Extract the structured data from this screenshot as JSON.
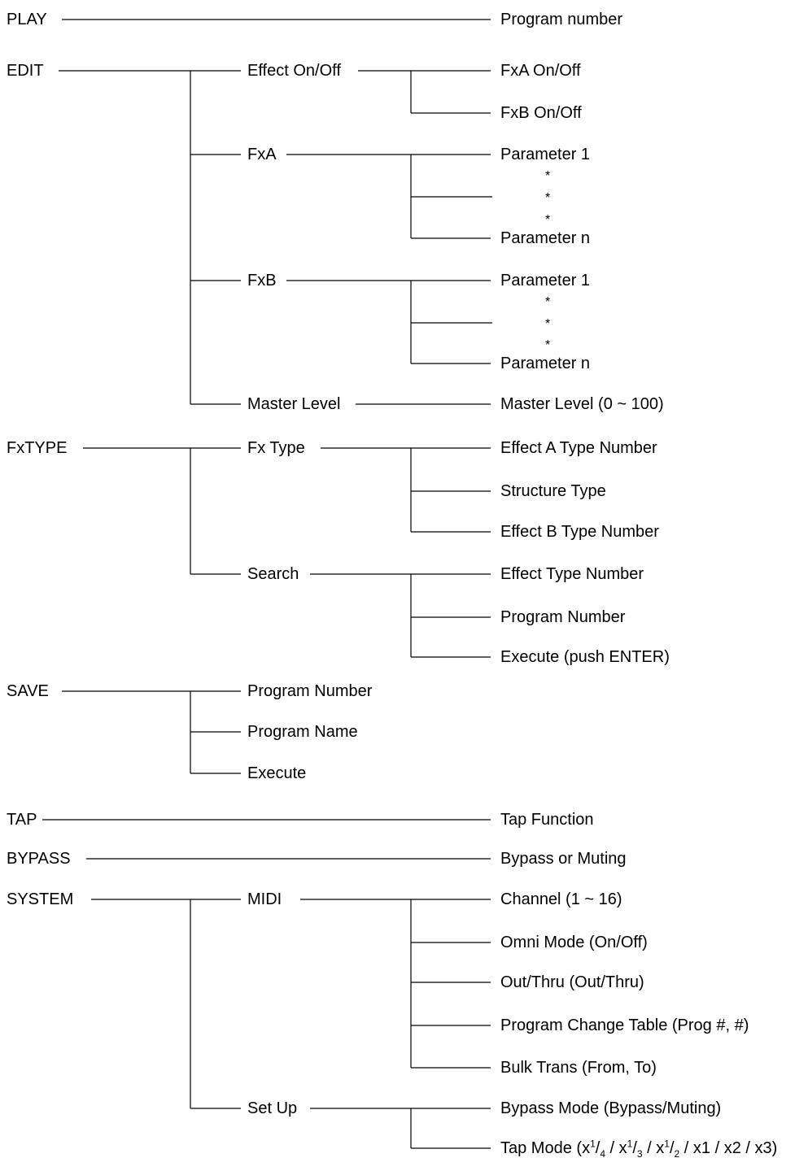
{
  "modes": {
    "play": "PLAY",
    "edit": "EDIT",
    "fxtype": "FxTYPE",
    "save": "SAVE",
    "tap": "TAP",
    "bypass": "BYPASS",
    "system": "SYSTEM"
  },
  "play": {
    "program_number": "Program number"
  },
  "edit": {
    "effect_onoff": "Effect On/Off",
    "fxa_onoff": "FxA On/Off",
    "fxb_onoff": "FxB On/Off",
    "fxa": "FxA",
    "fxb": "FxB",
    "parameter_1": "Parameter 1",
    "parameter_n": "Parameter n",
    "ellipsis": "*",
    "master_level": "Master Level",
    "master_level_value": "Master Level (0 ~ 100)"
  },
  "fxtype": {
    "fx_type": "Fx Type",
    "effect_a_type_number": "Effect A Type Number",
    "structure_type": "Structure Type",
    "effect_b_type_number": "Effect B Type Number",
    "search": "Search",
    "effect_type_number": "Effect Type Number",
    "program_number": "Program Number",
    "execute_push_enter": "Execute (push ENTER)"
  },
  "save": {
    "program_number": "Program Number",
    "program_name": "Program Name",
    "execute": "Execute"
  },
  "tap": {
    "tap_function": "Tap Function"
  },
  "bypass": {
    "bypass_or_muting": "Bypass or Muting"
  },
  "system": {
    "midi": "MIDI",
    "channel": "Channel (1 ~ 16)",
    "omni_mode": "Omni Mode (On/Off)",
    "out_thru": "Out/Thru (Out/Thru)",
    "program_change_table": "Program Change Table (Prog #, #)",
    "bulk_trans": "Bulk Trans (From, To)",
    "set_up": "Set Up",
    "bypass_mode": "Bypass Mode (Bypass/Muting)",
    "tap_mode": {
      "prefix": "Tap Mode (",
      "x": "x",
      "sep": " / ",
      "one": "1",
      "d4": "4",
      "d3": "3",
      "d2": "2",
      "x1": "x1",
      "x2": "x2",
      "x3": "x3",
      "suffix": ")"
    }
  }
}
